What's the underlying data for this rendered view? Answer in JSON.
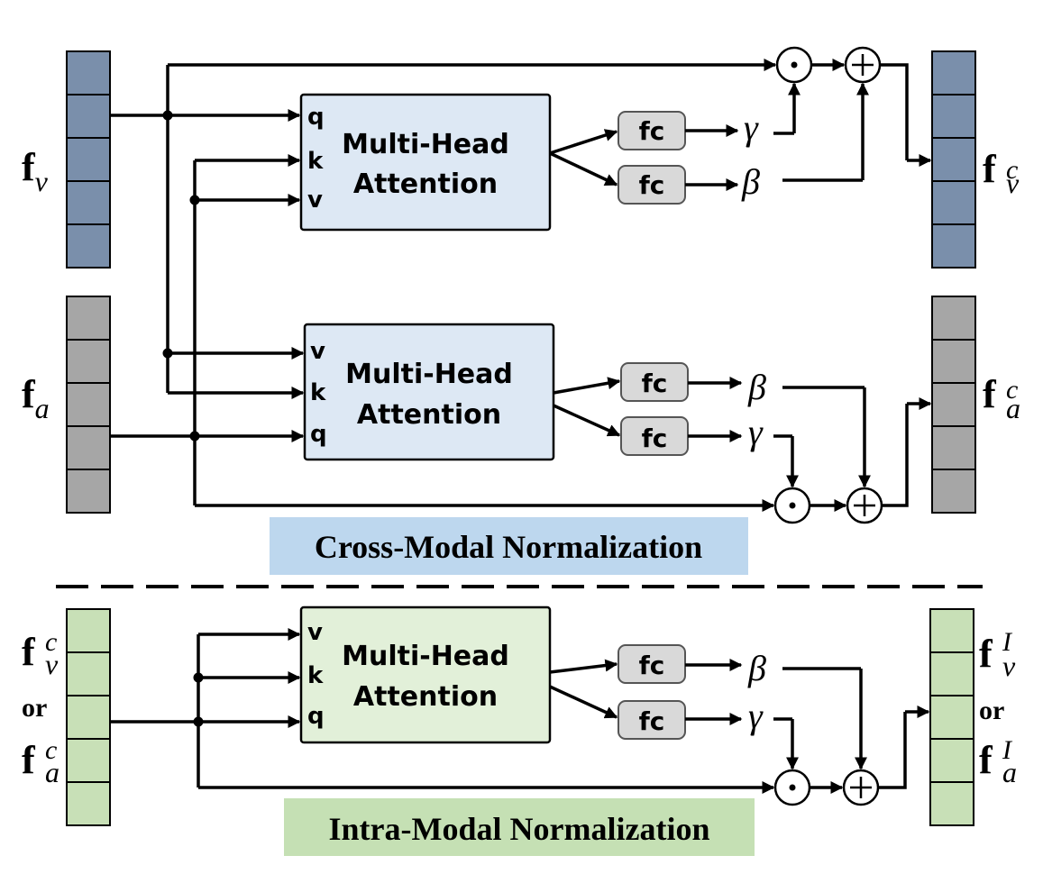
{
  "colors": {
    "video_vector": "#7a8fab",
    "audio_vector": "#a6a6a6",
    "intra_vector": "#c8e0b7",
    "attention_cross": "#dde8f4",
    "attention_intra": "#e2f0d9",
    "fc_box": "#d9d9d9",
    "cross_banner": "#bdd7ee",
    "intra_banner": "#c5e0b4"
  },
  "cross_modal": {
    "banner": "Cross-Modal Normalization",
    "video_branch": {
      "input": {
        "symbol": "f",
        "subscript": "v"
      },
      "output": {
        "symbol": "f",
        "subscript": "v",
        "superscript": "c"
      },
      "attention": {
        "line1": "Multi-Head",
        "line2": "Attention",
        "ports": [
          "q",
          "k",
          "v"
        ]
      },
      "fc_top": "fc",
      "fc_bottom": "fc",
      "param_top": "γ",
      "param_bottom": "β",
      "mul_op": "⊙",
      "add_op": "+"
    },
    "audio_branch": {
      "input": {
        "symbol": "f",
        "subscript": "a"
      },
      "output": {
        "symbol": "f",
        "subscript": "a",
        "superscript": "c"
      },
      "attention": {
        "line1": "Multi-Head",
        "line2": "Attention",
        "ports": [
          "v",
          "k",
          "q"
        ]
      },
      "fc_top": "fc",
      "fc_bottom": "fc",
      "param_top": "β",
      "param_bottom": "γ",
      "mul_op": "⊙",
      "add_op": "+"
    }
  },
  "intra_modal": {
    "banner": "Intra-Modal Normalization",
    "input": {
      "top": {
        "symbol": "f",
        "subscript": "v",
        "superscript": "c"
      },
      "or": "or",
      "bottom": {
        "symbol": "f",
        "subscript": "a",
        "superscript": "c"
      }
    },
    "output": {
      "top": {
        "symbol": "f",
        "subscript": "v",
        "superscript": "I"
      },
      "or": "or",
      "bottom": {
        "symbol": "f",
        "subscript": "a",
        "superscript": "I"
      }
    },
    "attention": {
      "line1": "Multi-Head",
      "line2": "Attention",
      "ports": [
        "v",
        "k",
        "q"
      ]
    },
    "fc_top": "fc",
    "fc_bottom": "fc",
    "param_top": "β",
    "param_bottom": "γ",
    "mul_op": "⊙",
    "add_op": "+"
  }
}
